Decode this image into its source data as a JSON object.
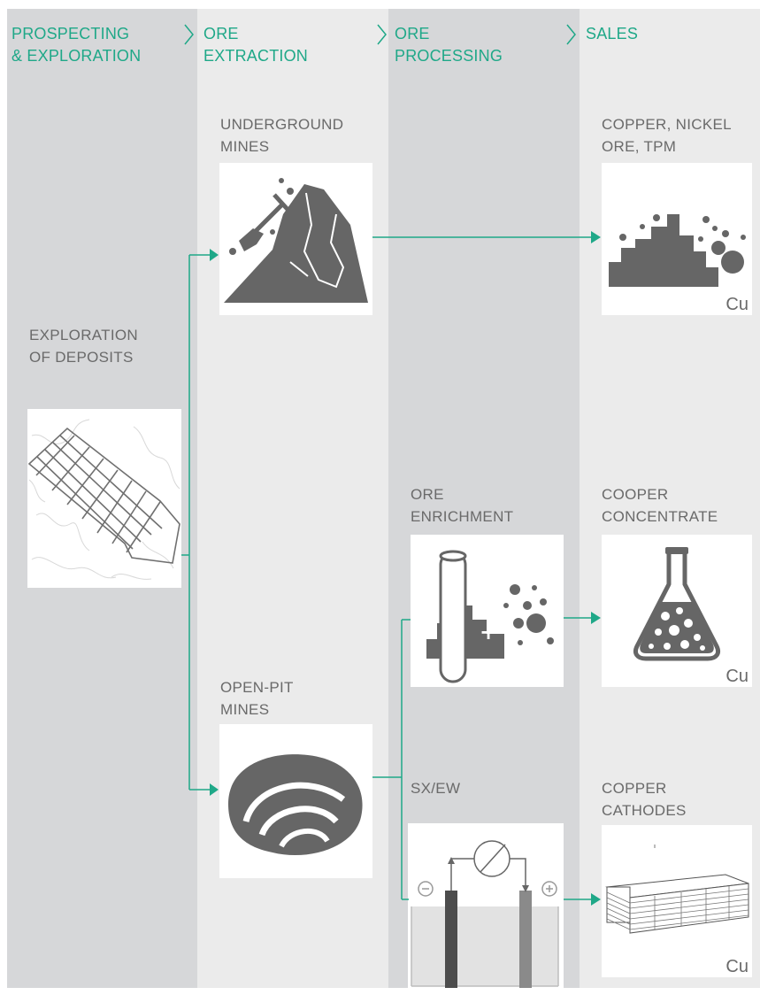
{
  "colors": {
    "accent": "#1fa888",
    "column_dark": "#d6d7d9",
    "column_light": "#ebebeb",
    "text": "#6a6a6a",
    "icon": "#666666"
  },
  "stages": [
    {
      "label": "PROSPECTING\n& EXPLORATION"
    },
    {
      "label": "ORE\nEXTRACTION"
    },
    {
      "label": "ORE\nPROCESSING"
    },
    {
      "label": "SALES"
    }
  ],
  "nodes": {
    "exploration": {
      "label": "EXPLORATION\nOF DEPOSITS",
      "icon": "deposit-map-icon"
    },
    "underground": {
      "label": "UNDERGROUND\nMINES",
      "icon": "mountain-pickaxe-icon"
    },
    "open_pit": {
      "label": "OPEN-PIT\nMINES",
      "icon": "open-pit-icon"
    },
    "enrichment": {
      "label": "ORE\nENRICHMENT",
      "icon": "test-tube-ore-icon"
    },
    "sxew": {
      "label": "SX/EW",
      "icon": "electrolysis-icon"
    },
    "ore_sales": {
      "label": "COPPER, NICKEL\nORE, TPM",
      "icon": "ore-pile-icon",
      "symbol": "Cu"
    },
    "concentrate": {
      "label": "COOPER\nCONCENTRATE",
      "icon": "flask-icon",
      "symbol": "Cu"
    },
    "cathodes": {
      "label": "COPPER\nCATHODES",
      "icon": "cathode-stack-icon",
      "symbol": "Cu"
    }
  }
}
